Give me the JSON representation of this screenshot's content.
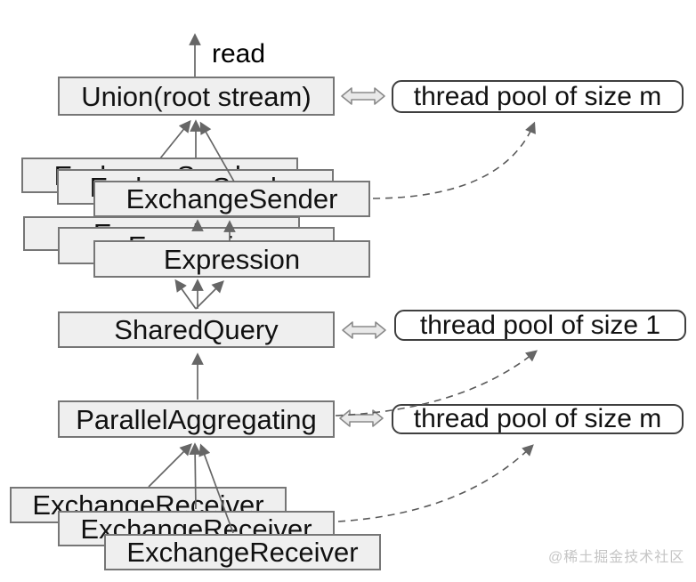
{
  "labels": {
    "read": "read",
    "union": "Union(root stream)",
    "exchange_sender": "ExchangeSender",
    "expression": "Expression",
    "shared_query": "SharedQuery",
    "parallel_aggregating": "ParallelAggregating",
    "exchange_receiver": "ExchangeReceiver"
  },
  "pools": [
    {
      "label": "thread pool of size m"
    },
    {
      "label": "thread pool of size 1"
    },
    {
      "label": "thread pool of size m"
    }
  ],
  "watermark": "@稀土掘金技术社区",
  "colors": {
    "node_fill": "#efefef",
    "node_border": "#767676",
    "pool_fill": "#ffffff",
    "pool_border": "#3f3f3f",
    "arrow": "#666666",
    "double_arrow_fill": "#e9e9e9",
    "double_arrow_border": "#8a8a8a",
    "text": "#111111",
    "watermark": "#c5c5c5",
    "background": "#ffffff"
  }
}
